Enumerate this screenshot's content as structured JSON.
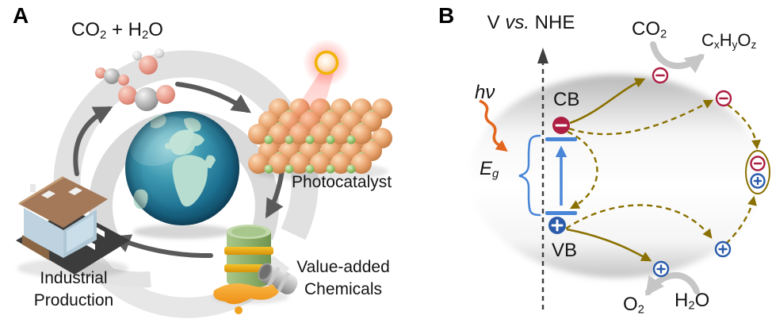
{
  "panel_a": {
    "label": "A",
    "reactants": [
      {
        "t": "CO"
      },
      {
        "t": "2",
        "sub": true
      },
      {
        "t": " + H"
      },
      {
        "t": "2",
        "sub": true
      },
      {
        "t": "O"
      }
    ],
    "photocatalyst": "Photocatalyst",
    "industrial_line1": "Industrial",
    "industrial_line2": "Production",
    "chemicals_line1": "Value-added",
    "chemicals_line2": "Chemicals"
  },
  "panel_b": {
    "label": "B",
    "axis": [
      {
        "t": "V "
      },
      {
        "t": "vs.",
        "i": true
      },
      {
        "t": " NHE"
      }
    ],
    "photon": [
      {
        "t": "hν",
        "i": true
      }
    ],
    "cb": "CB",
    "vb": "VB",
    "bandgap": [
      {
        "t": "E",
        "i": true
      },
      {
        "t": "g",
        "sub": true,
        "i": true
      }
    ],
    "co2": [
      {
        "t": "CO"
      },
      {
        "t": "2",
        "sub": true
      }
    ],
    "products": [
      {
        "t": "C"
      },
      {
        "t": "x",
        "sub": true
      },
      {
        "t": "H"
      },
      {
        "t": "y",
        "sub": true
      },
      {
        "t": "O"
      },
      {
        "t": "z",
        "sub": true
      }
    ],
    "o2": [
      {
        "t": "O"
      },
      {
        "t": "2",
        "sub": true
      }
    ],
    "h2o": [
      {
        "t": "H"
      },
      {
        "t": "2",
        "sub": true
      },
      {
        "t": "O"
      }
    ]
  },
  "colors": {
    "electron": "#ad1e42",
    "hole": "#2b5cab",
    "band_level": "#4a86d8",
    "carrier_path": "#8a7000",
    "photon_arrow": "#e2661e",
    "cycle_arrow": "#5a5a5a",
    "reaction_arrow": "#c6c6c6"
  }
}
